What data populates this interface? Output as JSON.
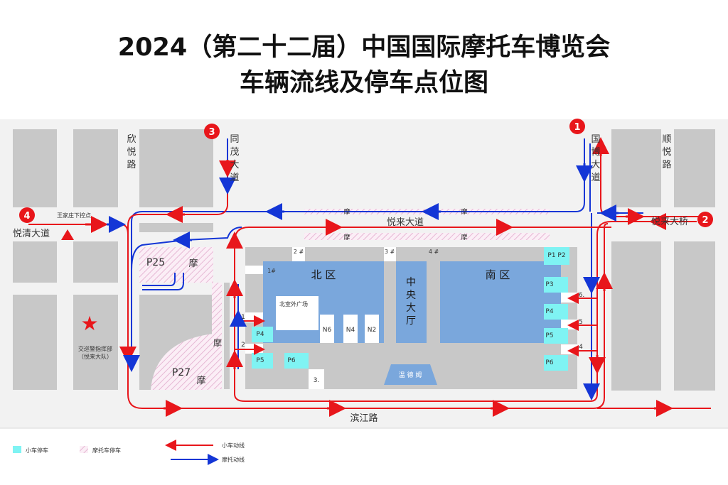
{
  "title": {
    "line1": "2024（第二十二届）中国国际摩托车博览会",
    "line2": "车辆流线及停车点位图"
  },
  "roads": {
    "xinyue": "欣悦路",
    "tongmao": "同茂大道",
    "guobo": "国博大道",
    "shunyue": "顺悦路",
    "yuelai": "悦来大道",
    "yueqing": "悦清大道",
    "yuelai_bridge": "悦来大桥",
    "binjiang": "滨江路"
  },
  "entrances": [
    {
      "num": "1"
    },
    {
      "num": "2"
    },
    {
      "num": "3"
    },
    {
      "num": "4"
    }
  ],
  "landmarks": {
    "wangjiazhuang": "王家庄下控点",
    "police": "交巡警指挥部",
    "police_sub": "（悦来大队）"
  },
  "halls": {
    "north": "北 区",
    "south": "南 区",
    "central": [
      "中",
      "央",
      "大",
      "厅"
    ],
    "outdoor": "北室外广场",
    "wendemu": "温 德 姆",
    "n6": "N6",
    "n4": "N4",
    "n2": "N2"
  },
  "gates": {
    "g1": "1#",
    "g2": "2\n#",
    "g3": "3\n#",
    "g4": "4\n#",
    "left1": "1",
    "left2": "2",
    "left3": "3.",
    "right4": "4",
    "right5": "5",
    "right6": "6."
  },
  "parking": {
    "p1p2": "P1 P2",
    "p3": "P3",
    "p4_right": "P4",
    "p5_right": "P5",
    "p6_right": "P6",
    "p4_left": "P4",
    "p5_left": "P5",
    "p6_left": "P6",
    "p25": "P25",
    "p27": "P27",
    "moto": "摩"
  },
  "legend": {
    "car_parking": "小车停车",
    "moto_parking": "摩托车停车",
    "car_flow": "小车动线",
    "moto_flow": "摩托动线"
  },
  "colors": {
    "building": "#c8c8c8",
    "hall": "#7aa7dc",
    "car_parking": "#7ff3f3",
    "moto_hatch": "#e6b8d4",
    "car_line": "#e8161b",
    "moto_line": "#1436d6",
    "road_bg": "#f2f2f2"
  }
}
